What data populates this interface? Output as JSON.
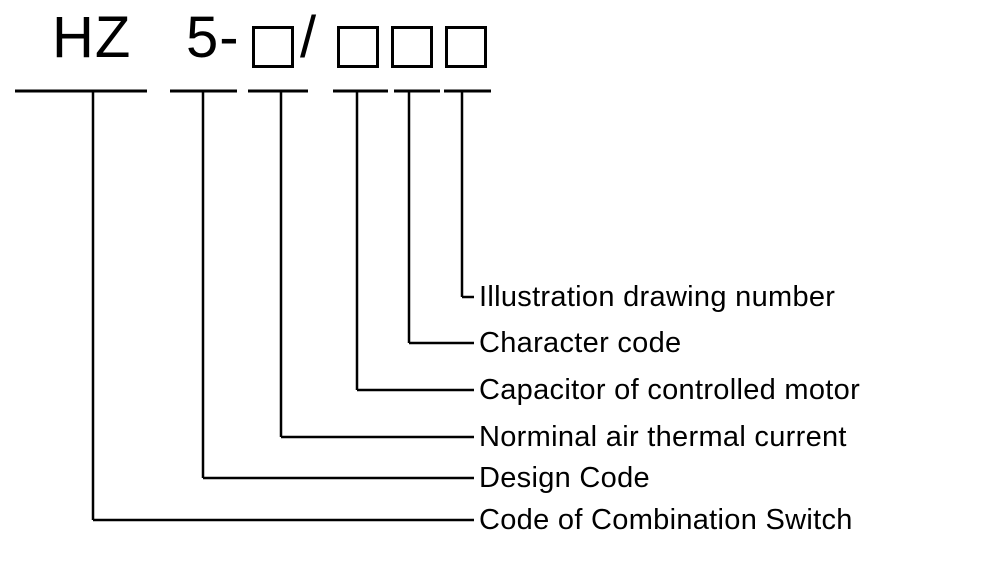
{
  "diagram": {
    "code": {
      "prefix": "HZ",
      "design": "5-",
      "slash": "/",
      "placeholder_symbol": "□",
      "full_code": "HZ 5-□/□□□"
    },
    "labels": [
      {
        "id": "illustration-drawing-number",
        "text": "Illustration drawing number"
      },
      {
        "id": "character-code",
        "text": "Character code"
      },
      {
        "id": "capacitor-of-controlled-motor",
        "text": "Capacitor of controlled motor"
      },
      {
        "id": "norminal-air-thermal-current",
        "text": "Norminal air thermal current"
      },
      {
        "id": "design-code",
        "text": "Design Code"
      },
      {
        "id": "code-of-combination-switch",
        "text": "Code of Combination Switch"
      }
    ],
    "colors": {
      "line": "#000000",
      "text": "#000000",
      "background": "#ffffff"
    }
  }
}
